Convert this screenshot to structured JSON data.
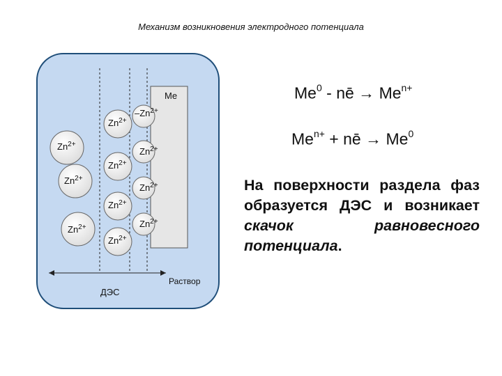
{
  "title": "Механизм возникновения электродного потенциала",
  "diagram": {
    "metal_label": "Me",
    "solution_label": "Раствор",
    "des_label": "ДЭС",
    "ion_label": "Zn",
    "ion_charge": "2+",
    "colors": {
      "vessel_fill": "#c5d9f1",
      "vessel_border": "#1f4e79",
      "metal_fill": "#e6e6e6",
      "ion_fill": "#e6e6e6"
    }
  },
  "equations": {
    "eq1": {
      "lhs": "Me",
      "lhs_sup": "0",
      "op": " - nē → ",
      "rhs": "Me",
      "rhs_sup": "n+"
    },
    "eq2": {
      "lhs": "Me",
      "lhs_sup": "n+",
      "op": " + nē → ",
      "rhs": "Me",
      "rhs_sup": "0"
    }
  },
  "description": {
    "lead": "На поверхности раздела фаз образуется ДЭС и возникает ",
    "emphasis": "скачок равновесного потенциала",
    "tail": "."
  }
}
